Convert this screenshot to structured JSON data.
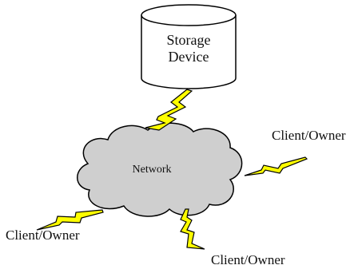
{
  "diagram": {
    "storage": {
      "line1": "Storage",
      "line2": "Device"
    },
    "network": {
      "label": "Network"
    },
    "clients": {
      "right": "Client/Owner",
      "left": "Client/Owner",
      "bottom": "Client/Owner"
    },
    "colors": {
      "cloud_fill": "#cfcfcf",
      "bolt_fill": "#ffff00",
      "outline": "#000000",
      "cylinder_fill": "#ffffff"
    },
    "icons": [
      "storage-cylinder",
      "network-cloud",
      "lightning-bolt"
    ]
  }
}
